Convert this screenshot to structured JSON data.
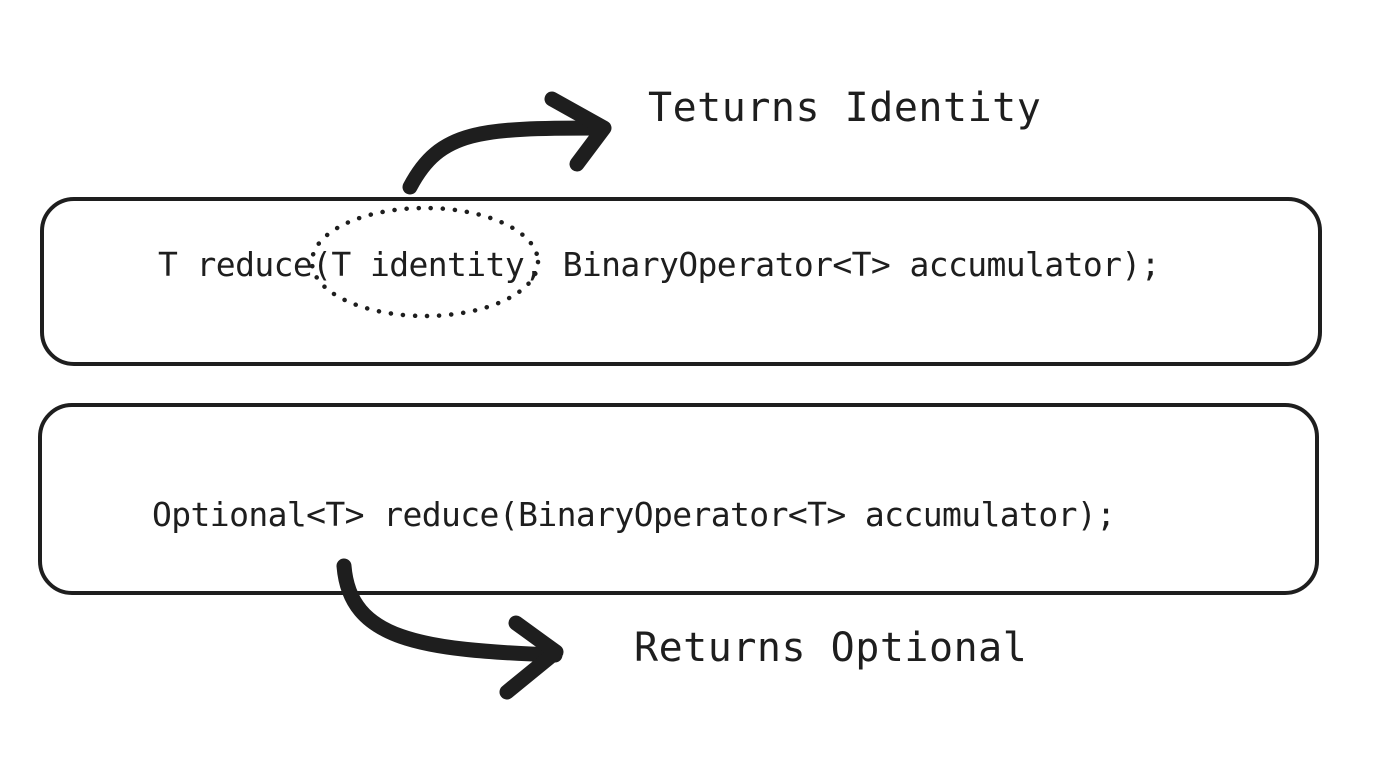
{
  "method_signatures": [
    {
      "id": "with-identity",
      "code": "T reduce(T identity, BinaryOperator<T> accumulator);",
      "annotation": "Teturns Identity"
    },
    {
      "id": "without-identity",
      "code": "Optional<T> reduce(BinaryOperator<T> accumulator);",
      "annotation": "Returns Optional"
    }
  ],
  "colors": {
    "stroke": "#1e1e1e",
    "background": "#ffffff"
  }
}
